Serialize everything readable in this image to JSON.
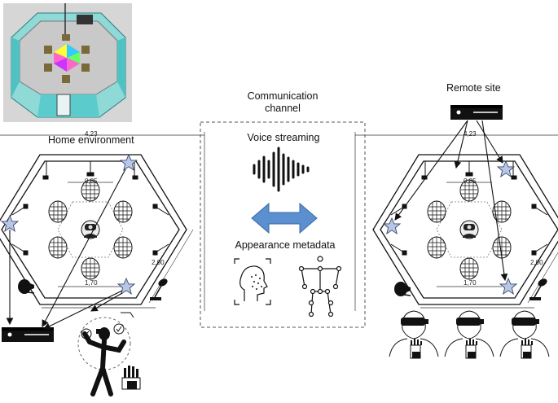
{
  "home": {
    "title": "Home environment",
    "dim_width": "4,23",
    "dim_top": "0,85",
    "dim_bottom": "1,70",
    "dim_side": "2,00"
  },
  "remote": {
    "title": "Remote site",
    "dim_width": "4,23",
    "dim_top": "0,85",
    "dim_bottom": "1,70",
    "dim_side": "2,00"
  },
  "channel": {
    "title_line1": "Communication",
    "title_line2": "channel",
    "voice_label": "Voice streaming",
    "appearance_label": "Appearance metadata"
  },
  "colors": {
    "room_wall": "#4fc3c4",
    "arrow_blue": "#5b8fcf",
    "star_fill": "#b9c7e6"
  }
}
